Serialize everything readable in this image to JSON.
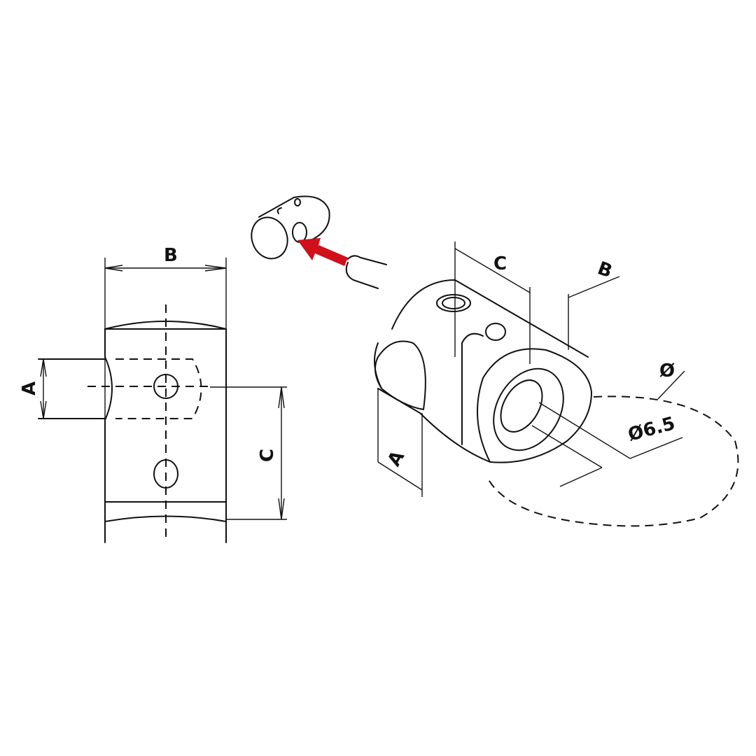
{
  "front_view": {
    "label_b": "B",
    "label_a": "A",
    "label_c": "C"
  },
  "iso_view": {
    "label_c": "C",
    "label_b": "B",
    "label_a": "A",
    "label_dia": "Ø",
    "label_hole": "Ø6.5"
  },
  "colors": {
    "arrow": "#d0101a",
    "ink": "#111111"
  }
}
